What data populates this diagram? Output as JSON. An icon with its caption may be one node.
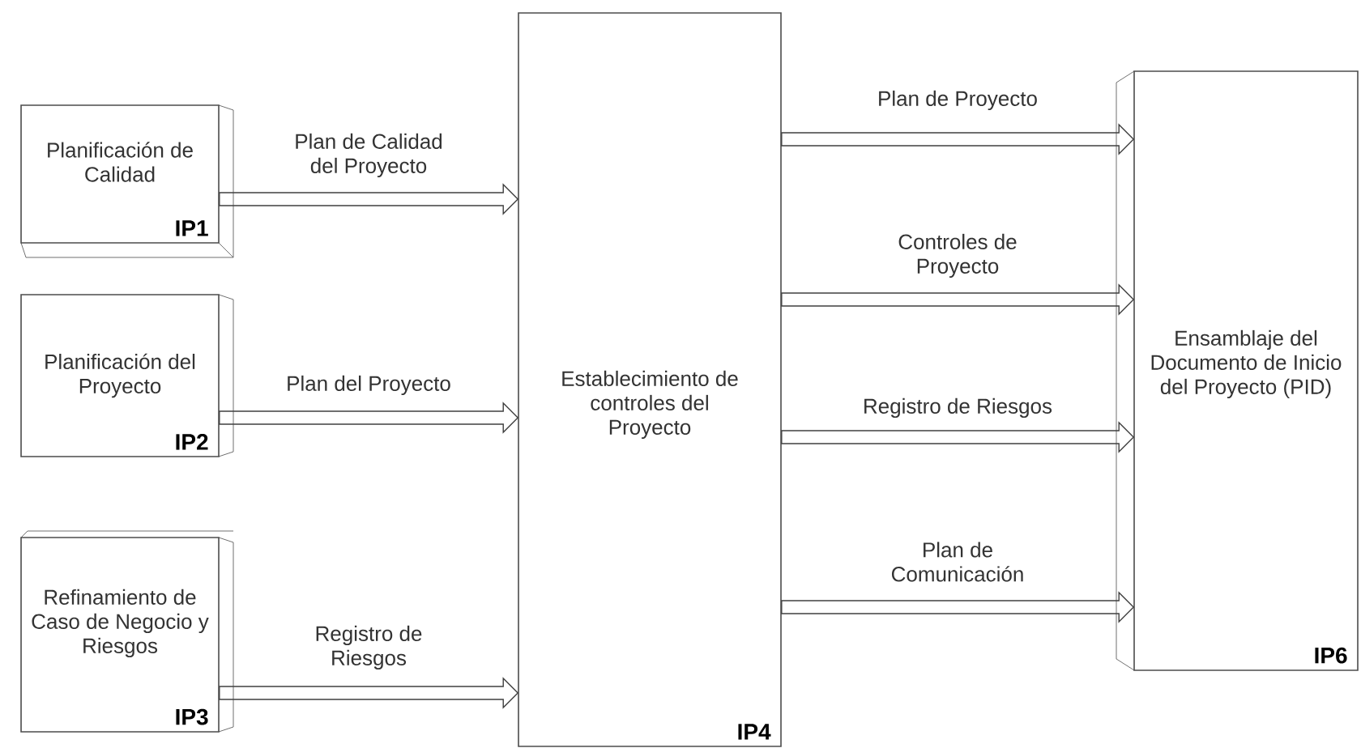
{
  "diagram": {
    "nodes": [
      {
        "text": [
          "Planificación de Calidad",
          "IP1"
        ]
      },
      {
        "text": [
          "Planificación del Proyecto",
          "IP2"
        ]
      },
      {
        "text": [
          "Refinamiento de Caso de Negocio y Riesgos",
          "IP3"
        ]
      },
      {
        "text": [
          "Establecimiento de controles del Proyecto",
          "IP4"
        ]
      },
      {
        "text": [
          "Ensamblaje del Documento de Inicio del Proyecto (PID)",
          "IP6"
        ]
      }
    ],
    "edges": [
      {
        "from": 0,
        "to": 3,
        "arrow": "to",
        "label": "Plan de Calidad del Proyecto"
      },
      {
        "from": 1,
        "to": 3,
        "arrow": "to",
        "label": "Plan del Proyecto"
      },
      {
        "from": 2,
        "to": 3,
        "arrow": "to",
        "label": "Registro de Riesgos"
      },
      {
        "from": 3,
        "to": 4,
        "arrow": "to",
        "label": "Plan de Proyecto"
      },
      {
        "from": 3,
        "to": 4,
        "arrow": "to",
        "label": "Controles de Proyecto"
      },
      {
        "from": 3,
        "to": 4,
        "arrow": "to",
        "label": "Registro de Riesgos"
      },
      {
        "from": 3,
        "to": 4,
        "arrow": "to",
        "label": "Plan de Comunicación"
      }
    ]
  }
}
